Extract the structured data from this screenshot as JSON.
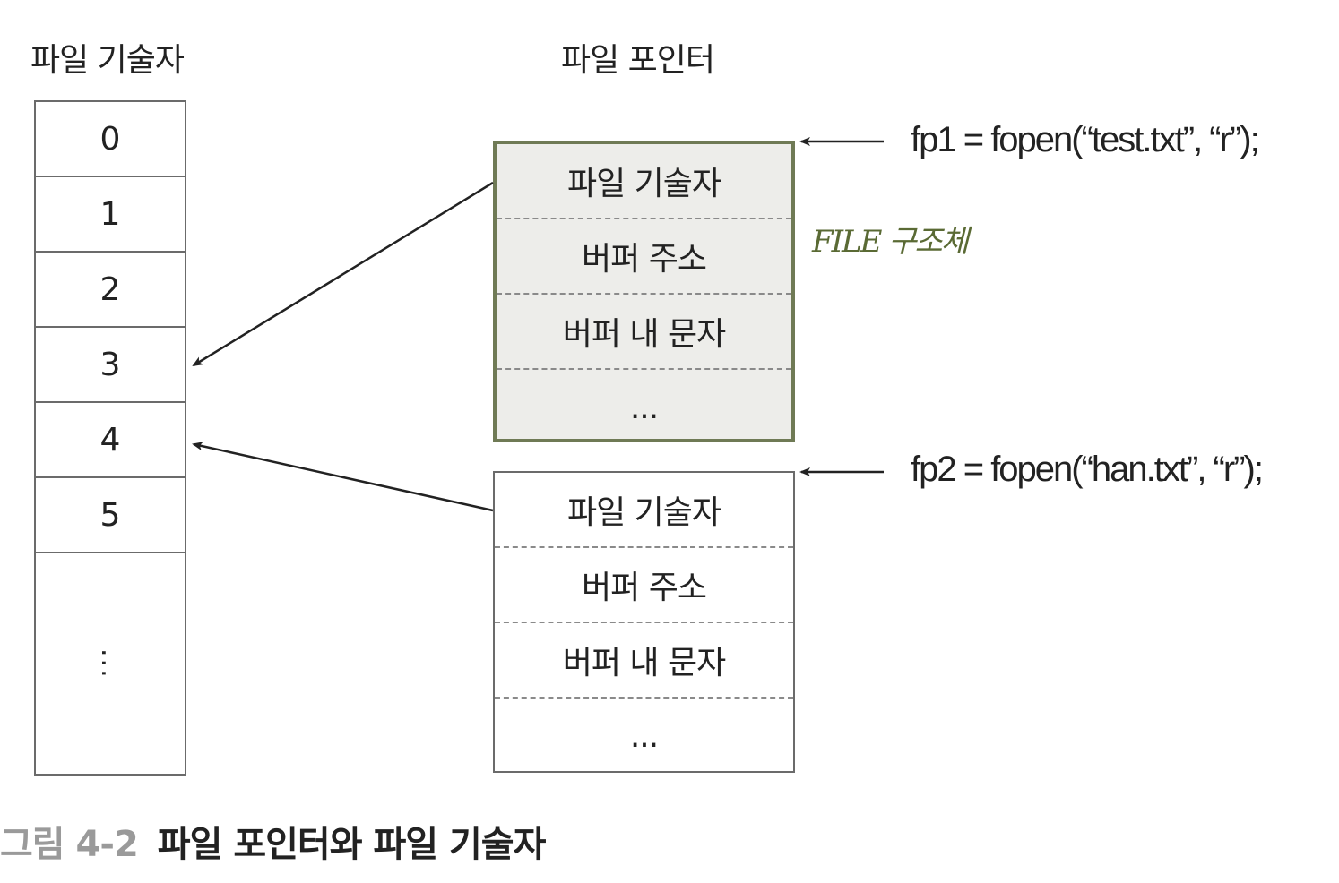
{
  "headers": {
    "descriptor_title": "파일 기술자",
    "pointer_title": "파일 포인터"
  },
  "descriptor_table": {
    "cells": [
      "0",
      "1",
      "2",
      "3",
      "4",
      "5"
    ],
    "ellipsis": "..."
  },
  "file_objects": [
    {
      "rows": [
        "파일 기술자",
        "버퍼 주소",
        "버퍼 내 문자",
        "..."
      ],
      "code": "fp1 = fopen(“test.txt”, “r”);",
      "points_to_descriptor": "3"
    },
    {
      "rows": [
        "파일 기술자",
        "버퍼 주소",
        "버퍼 내 문자",
        "..."
      ],
      "code": "fp2 = fopen(“han.txt”, “r”);",
      "points_to_descriptor": "4"
    }
  ],
  "annotation": "FILE 구조체",
  "caption": {
    "number": "그림 4-2",
    "title": "파일 포인터와 파일 기술자"
  },
  "colors": {
    "active_fill": "#ededea",
    "active_border": "#6f7a55",
    "annotation": "#5a6a34",
    "caption_number": "#9a9a9a"
  }
}
